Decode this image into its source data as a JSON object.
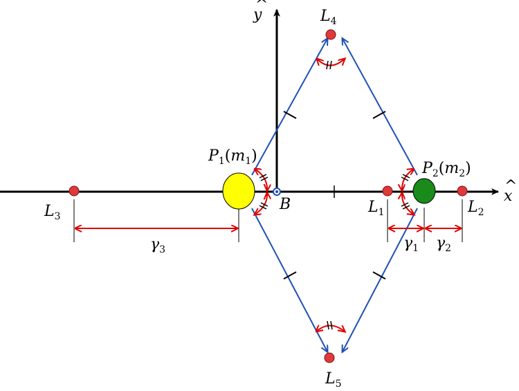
{
  "colors": {
    "axis": "#000000",
    "triangle": "#1f4fb5",
    "point": "#e0393b",
    "distance": "#e00000",
    "primary": "#ffff00",
    "secondary": "#1a8a1a",
    "barycenter": "#1f4fb5"
  },
  "axes": {
    "x_label": "x",
    "x_hat": "^",
    "y_label": "y",
    "y_hat": "^"
  },
  "barycenter": {
    "label": "B"
  },
  "primary": {
    "name": "P",
    "index": "1",
    "mass": "m",
    "mass_index": "1",
    "open": "(",
    "close": ")"
  },
  "secondary": {
    "name": "P",
    "index": "2",
    "mass": "m",
    "mass_index": "2",
    "open": "(",
    "close": ")"
  },
  "points": [
    {
      "base": "L",
      "sub": "1"
    },
    {
      "base": "L",
      "sub": "2"
    },
    {
      "base": "L",
      "sub": "3"
    },
    {
      "base": "L",
      "sub": "4"
    },
    {
      "base": "L",
      "sub": "5"
    }
  ],
  "distances": [
    {
      "base": "γ",
      "sub": "1"
    },
    {
      "base": "γ",
      "sub": "2"
    },
    {
      "base": "γ",
      "sub": "3"
    }
  ]
}
